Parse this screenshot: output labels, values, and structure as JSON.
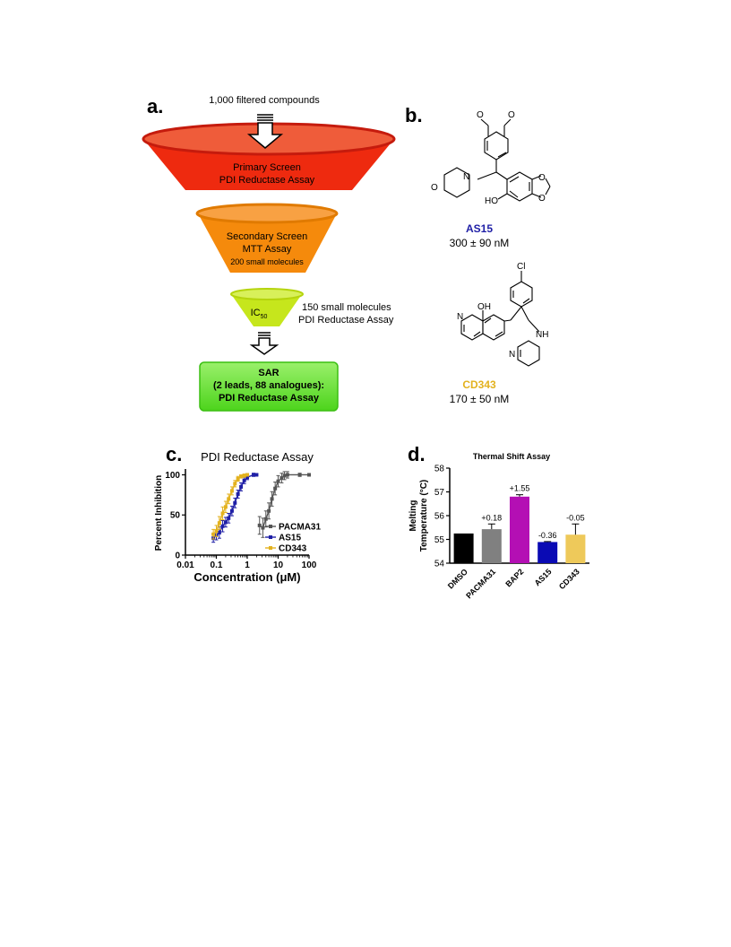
{
  "panel_a": {
    "letter": "a.",
    "input_label": "1,000 filtered compounds",
    "primary": {
      "line1": "Primary Screen",
      "line2": "PDI Reductase Assay"
    },
    "secondary": {
      "line1": "Secondary Screen",
      "line2": "MTT Assay",
      "line3": "200 small molecules"
    },
    "ic50": {
      "main": "IC",
      "sub": "50",
      "side_line1": "150 small molecules",
      "side_line2": "PDI Reductase Assay"
    },
    "sar": {
      "line1": "SAR",
      "line2": "(2 leads, 88 analogues):",
      "line3": "PDI Reductase Assay"
    },
    "colors": {
      "primary": "#ee2a0f",
      "secondary": "#f58a0c",
      "ic50": "#c6e61c",
      "sar": "#63e22d"
    }
  },
  "panel_b": {
    "letter": "b.",
    "compound1": {
      "name": "AS15",
      "value": "300 ± 90 nM",
      "color": "#1f1fa6",
      "atoms": {
        "o1": "O",
        "o2": "O",
        "n": "N",
        "o3": "O",
        "ho": "HO",
        "o4": "O",
        "o5": "O"
      }
    },
    "compound2": {
      "name": "CD343",
      "value": "170 ± 50 nM",
      "color": "#e3b21f",
      "atoms": {
        "cl": "Cl",
        "oh": "OH",
        "n1": "N",
        "nh": "NH",
        "n2": "N"
      }
    }
  },
  "panel_c": {
    "letter": "c."
  },
  "panel_d": {
    "letter": "d."
  },
  "chart_data": [
    {
      "type": "line",
      "title": "PDI Reductase Assay",
      "xlabel": "Concentration (μM)",
      "ylabel": "Percent Inhibition",
      "xscale": "log",
      "xlim": [
        0.01,
        100
      ],
      "ylim": [
        0,
        105
      ],
      "xticks": [
        "0.01",
        "0.1",
        "1",
        "10",
        "100"
      ],
      "yticks": [
        "0",
        "50",
        "100"
      ],
      "legend_position": "right",
      "series": [
        {
          "name": "PACMA31",
          "color": "#555555",
          "x": [
            2.5,
            3.2,
            4,
            5,
            6.3,
            8,
            10,
            13,
            16,
            20,
            50,
            100
          ],
          "y": [
            37,
            34,
            45,
            55,
            70,
            83,
            92,
            96,
            99,
            100,
            100,
            100
          ],
          "err": [
            11,
            12,
            10,
            10,
            9,
            8,
            7,
            6,
            5,
            4,
            2,
            1
          ]
        },
        {
          "name": "AS15",
          "color": "#1f1fa6",
          "x": [
            0.08,
            0.1,
            0.125,
            0.16,
            0.2,
            0.25,
            0.32,
            0.4,
            0.5,
            0.63,
            0.8,
            1,
            1.6,
            2
          ],
          "y": [
            21,
            25,
            28,
            36,
            41,
            46,
            55,
            65,
            76,
            85,
            93,
            97,
            100,
            100
          ],
          "err": [
            5,
            6,
            7,
            7,
            6,
            6,
            6,
            6,
            5,
            5,
            4,
            3,
            2,
            1
          ]
        },
        {
          "name": "CD343",
          "color": "#e3b21f",
          "x": [
            0.08,
            0.1,
            0.125,
            0.16,
            0.2,
            0.25,
            0.32,
            0.4,
            0.5,
            0.63,
            0.8,
            1
          ],
          "y": [
            26,
            30,
            40,
            52,
            60,
            70,
            80,
            89,
            95,
            98,
            99,
            100
          ],
          "err": [
            6,
            7,
            8,
            8,
            7,
            6,
            5,
            4,
            3,
            2,
            2,
            1
          ]
        }
      ]
    },
    {
      "type": "bar",
      "title": "Thermal Shift Assay",
      "xlabel": "",
      "ylabel": "Melting Temperature (°C)",
      "ylim": [
        54,
        58
      ],
      "yticks": [
        "54",
        "55",
        "56",
        "57",
        "58"
      ],
      "categories": [
        "DMSO",
        "PACMA31",
        "BAP2",
        "AS15",
        "CD343"
      ],
      "values": [
        55.25,
        55.43,
        56.8,
        54.89,
        55.2
      ],
      "errors": [
        0,
        0.22,
        0.08,
        0.02,
        0.45
      ],
      "labels": [
        "",
        "+0.18",
        "+1.55",
        "-0.36",
        "-0.05"
      ],
      "colors": [
        "#000000",
        "#808080",
        "#b40fb4",
        "#0a0ab4",
        "#eec95a"
      ]
    }
  ]
}
